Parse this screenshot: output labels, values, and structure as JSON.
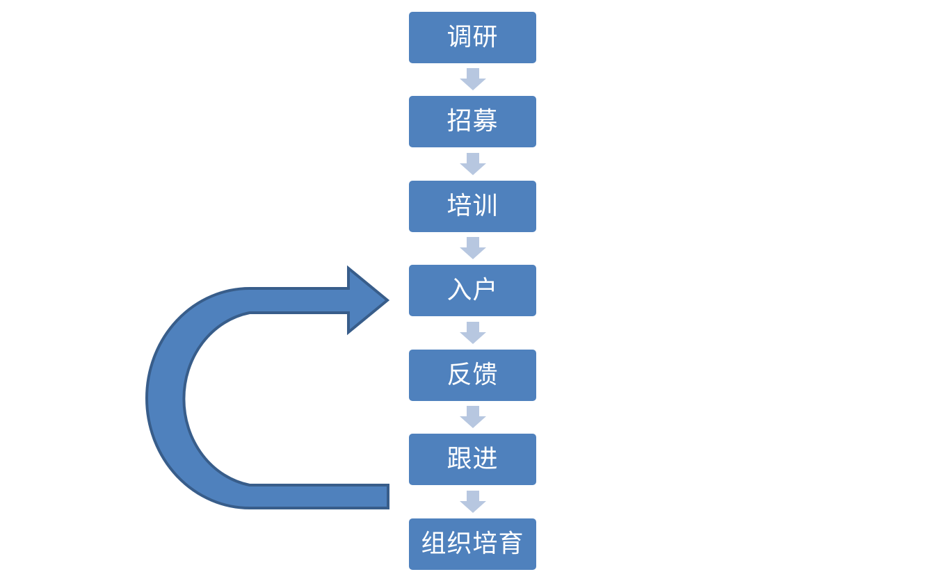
{
  "diagram": {
    "steps": [
      {
        "label": "调研"
      },
      {
        "label": "招募"
      },
      {
        "label": "培训"
      },
      {
        "label": "入户"
      },
      {
        "label": "反馈"
      },
      {
        "label": "跟进"
      },
      {
        "label": "组织培育"
      }
    ],
    "connector_icon": "down-arrow-icon",
    "loop_icon": "u-turn-arrow-icon"
  },
  "colors": {
    "box_fill": "#4f81bd",
    "box_text": "#ffffff",
    "connector_fill": "#b7c7e0",
    "loop_fill": "#4f81bd",
    "loop_stroke": "#385d8a"
  }
}
